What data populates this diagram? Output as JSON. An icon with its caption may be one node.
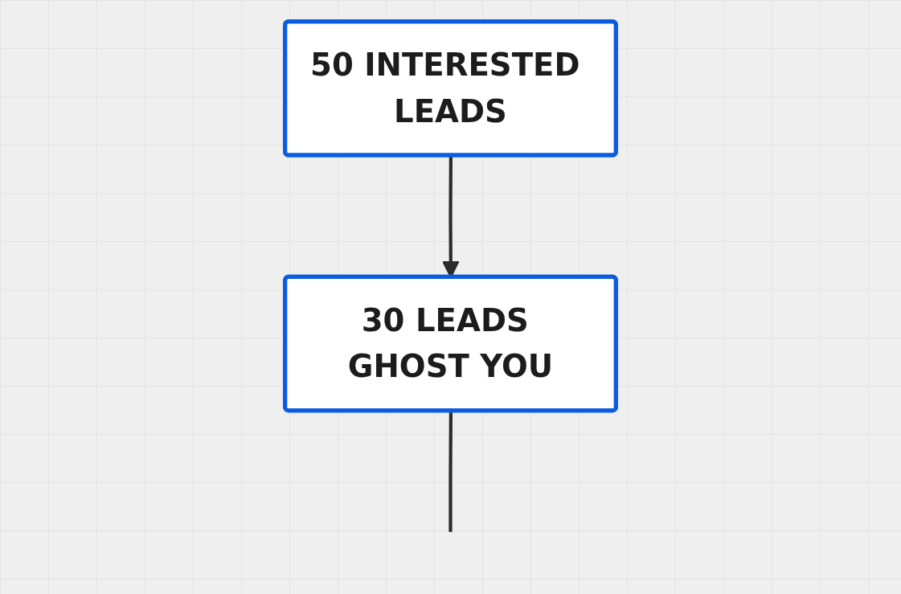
{
  "diagram": {
    "nodes": [
      {
        "text": [
          "50 INTERESTED LEADS"
        ]
      },
      {
        "text": [
          "30 LEADS GHOST YOU"
        ]
      }
    ],
    "edges": [
      {
        "from": 0,
        "to": 1,
        "arrow": "to"
      },
      {
        "from": 1,
        "to": null,
        "arrow": "none"
      }
    ]
  }
}
